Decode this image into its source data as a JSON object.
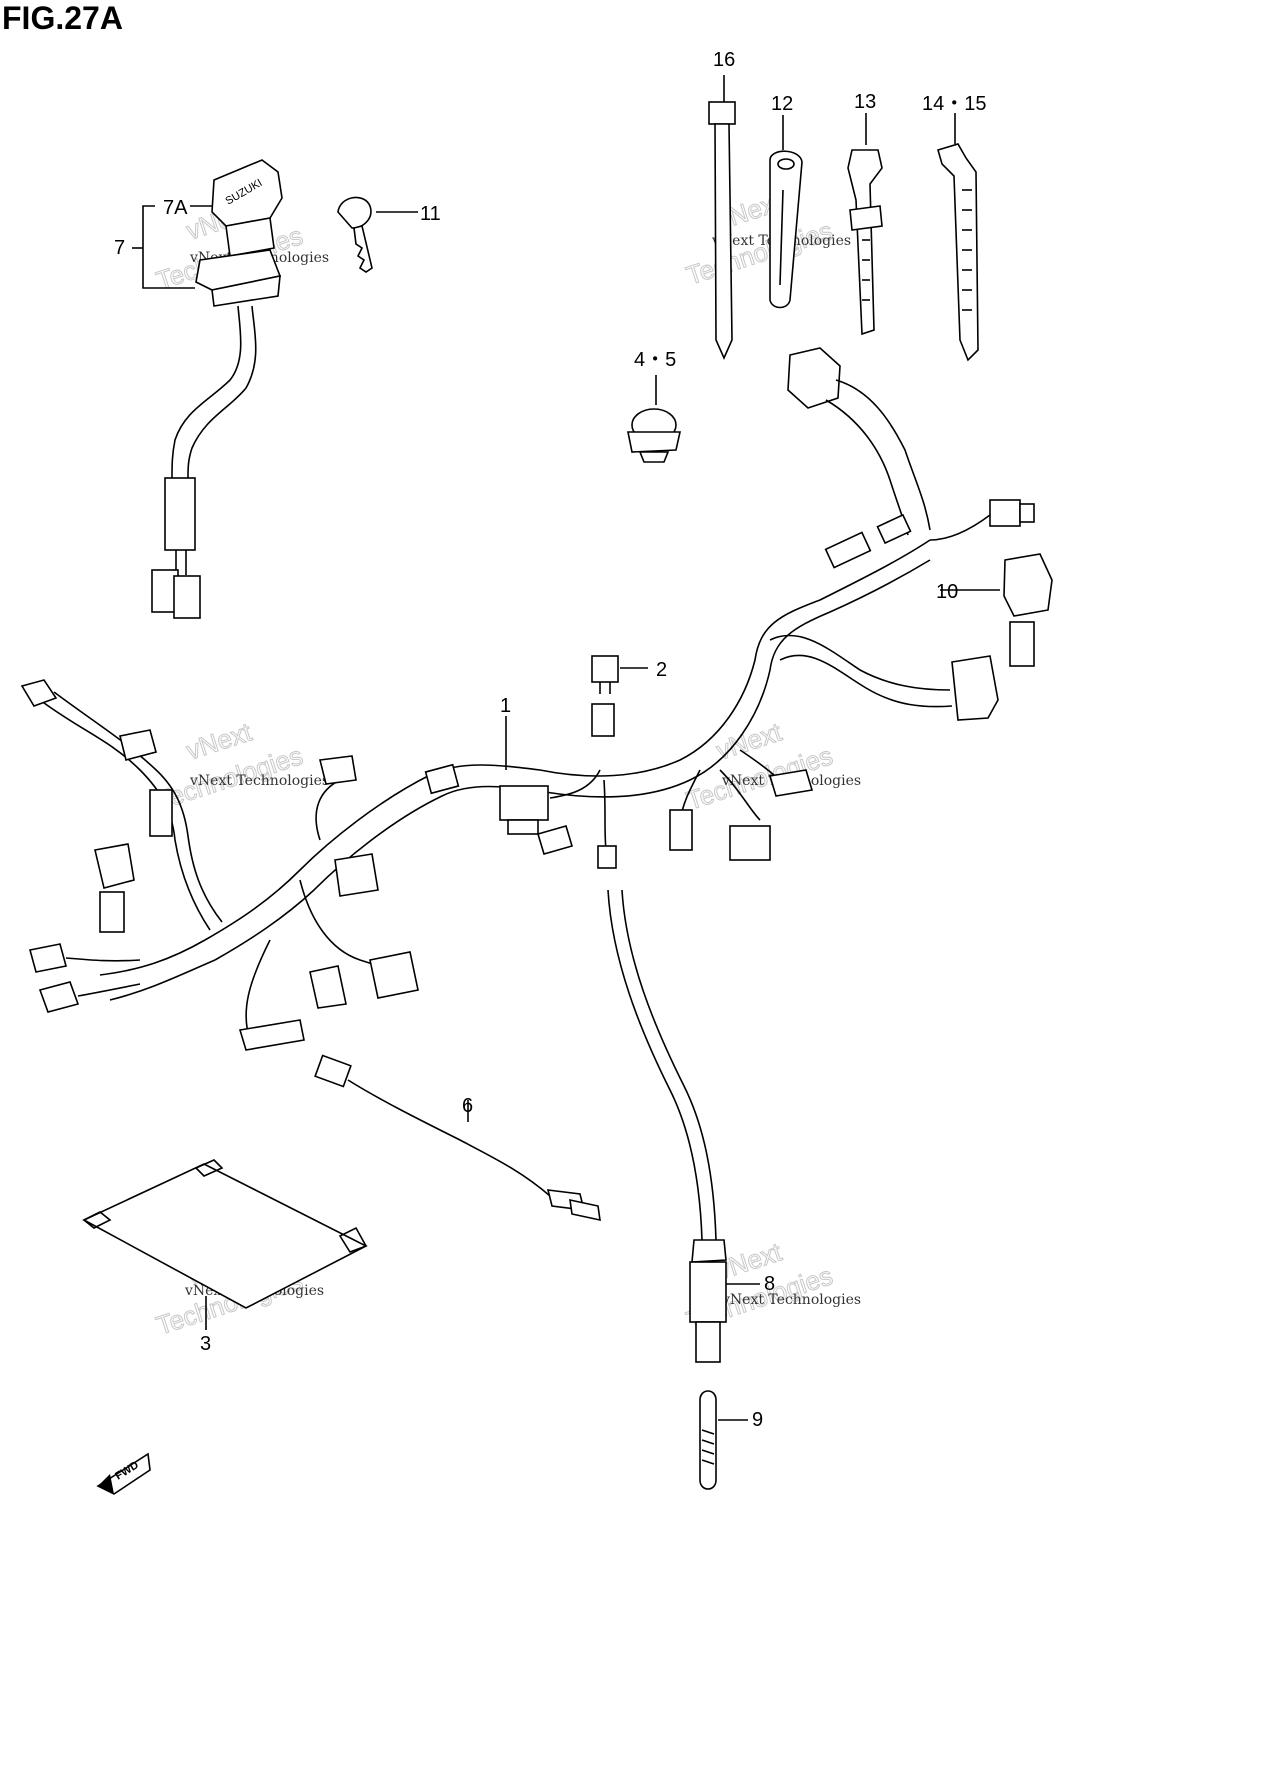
{
  "figure": {
    "title": "FIG.27A"
  },
  "callouts": {
    "c1": "1",
    "c2": "2",
    "c3": "3",
    "c45": "4・5",
    "c6": "6",
    "c7": "7",
    "c7a": "7A",
    "c8": "8",
    "c9": "9",
    "c10": "10",
    "c11": "11",
    "c12": "12",
    "c13": "13",
    "c1415": "14・15",
    "c16": "16"
  },
  "watermark": {
    "line1": "vNext Technologies",
    "big_a": "vNext",
    "big_b": "Technologies"
  },
  "parts_text": {
    "ignition_brand": "SUZUKI",
    "fwd_arrow": "FWD"
  }
}
